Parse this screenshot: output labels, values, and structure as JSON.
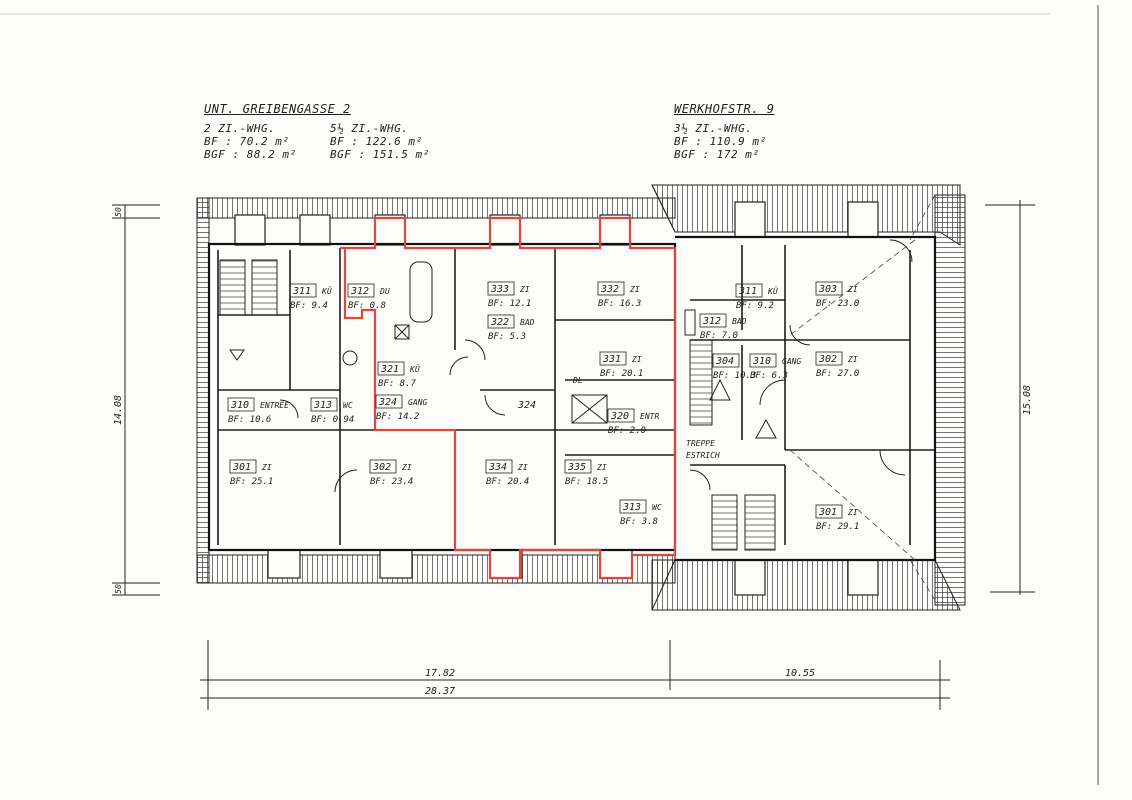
{
  "headers": {
    "left": {
      "street": "UNT. GREIBENGASSE 2",
      "col1": [
        "2 ZI.-WHG.",
        "BF : 70.2 m²",
        "BGF : 88.2 m²"
      ],
      "col2": [
        "5½ ZI.-WHG.",
        "BF : 122.6 m²",
        "BGF : 151.5 m²"
      ]
    },
    "right": {
      "street": "WERKHOFSTR. 9",
      "col1": [
        "3½ ZI.-WHG.",
        "BF : 110.9 m²",
        "BGF : 172 m²"
      ]
    }
  },
  "rooms": {
    "r311a": {
      "no": "311",
      "type": "KÜ",
      "area": "BF: 9.4"
    },
    "r312a": {
      "no": "312",
      "type": "DU",
      "area": "BF: 0.8"
    },
    "r333": {
      "no": "333",
      "type": "ZI",
      "area": "BF: 12.1"
    },
    "r322": {
      "no": "322",
      "type": "BAD",
      "area": "BF: 5.3"
    },
    "r332": {
      "no": "332",
      "type": "ZI",
      "area": "BF: 16.3"
    },
    "r321": {
      "no": "321",
      "type": "KÜ",
      "area": "BF: 8.7"
    },
    "r324a": {
      "no": "324",
      "type": "GANG",
      "area": "BF: 14.2"
    },
    "r331": {
      "no": "331",
      "type": "ZI",
      "area": "BF: 20.1"
    },
    "r320": {
      "no": "320",
      "type": "ENTR",
      "area": "BF: 2.0"
    },
    "r310a": {
      "no": "310",
      "type": "ENTRÉE",
      "area": "BF: 10.6"
    },
    "r313a": {
      "no": "313",
      "type": "WC",
      "area": "BF: 0.94"
    },
    "r301a": {
      "no": "301",
      "type": "ZI",
      "area": "BF: 25.1"
    },
    "r302a": {
      "no": "302",
      "type": "ZI",
      "area": "BF: 23.4"
    },
    "r334": {
      "no": "334",
      "type": "ZI",
      "area": "BF: 20.4"
    },
    "r335": {
      "no": "335",
      "type": "ZI",
      "area": "BF: 18.5"
    },
    "r313b": {
      "no": "313",
      "type": "WC",
      "area": "BF: 3.8"
    },
    "r311b": {
      "no": "311",
      "type": "KÜ",
      "area": "BF: 9.2"
    },
    "r303": {
      "no": "303",
      "type": "ZI",
      "area": "BF: 23.0"
    },
    "r312b": {
      "no": "312",
      "type": "BAD",
      "area": "BF: 7.0"
    },
    "r304": {
      "no": "304",
      "type": "",
      "area": "BF: 10.3"
    },
    "r310b": {
      "no": "310",
      "type": "GANG",
      "area": "BF: 6.3"
    },
    "r302b": {
      "no": "302",
      "type": "ZI",
      "area": "BF: 27.0"
    },
    "r301b": {
      "no": "301",
      "type": "ZI",
      "area": "BF: 29.1"
    }
  },
  "labels": {
    "corridor": "324",
    "stairs": [
      "TREPPE",
      "ESTRICH"
    ],
    "shaft": "DL"
  },
  "dimensions": {
    "left_height": "14.08",
    "right_height": "15.08",
    "width_left": "17.82",
    "width_right": "10.55",
    "width_total": "28.37",
    "edge_top": "50",
    "edge_bottom": "50"
  },
  "colors": {
    "ink": "#1e1e1e",
    "red_outline": "#e0473c",
    "paper": "#fdfdfb"
  }
}
